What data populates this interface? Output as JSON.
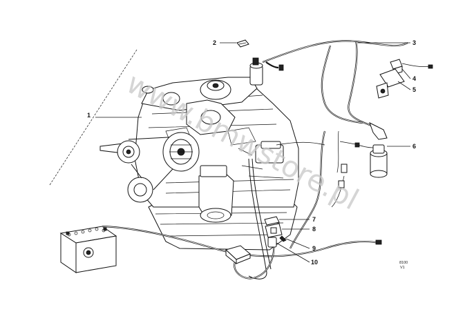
{
  "watermark": "www.bmwstore.pl",
  "drawing_code_line1": "8100",
  "drawing_code_line2": "V1",
  "callouts": [
    "1",
    "2",
    "3",
    "4",
    "5",
    "6",
    "7",
    "8",
    "9",
    "10"
  ]
}
